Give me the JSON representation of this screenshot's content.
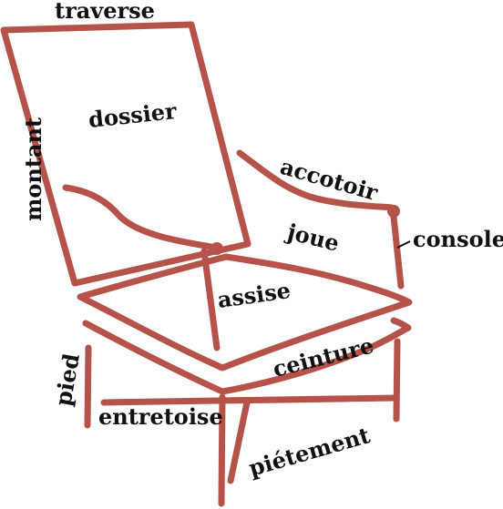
{
  "colors": {
    "frame": "#b5534a",
    "text": "#111111",
    "background": "#ffffff"
  },
  "labels": {
    "traverse": "traverse",
    "dossier": "dossier",
    "montant": "montant",
    "accotoir": "accotoir",
    "joue": "joue",
    "console": "console",
    "assise": "assise",
    "ceinture": "ceinture",
    "pied": "pied",
    "entretoise": "entretoise",
    "pietement": "piétement"
  }
}
